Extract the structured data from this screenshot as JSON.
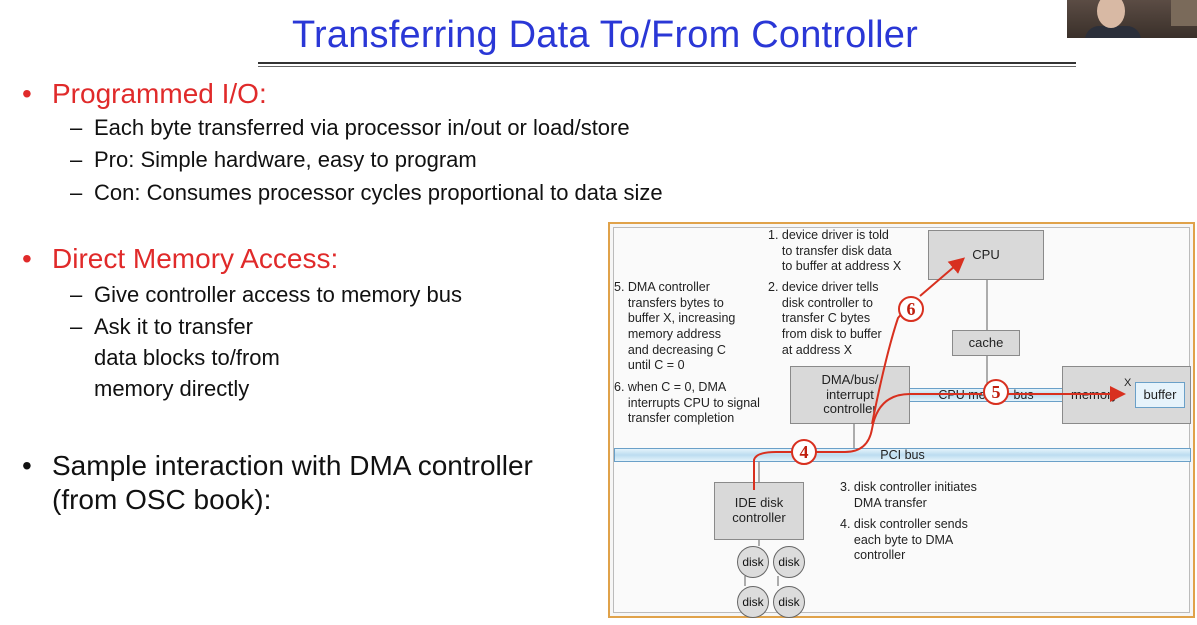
{
  "title": "Transferring Data To/From Controller",
  "bullets": {
    "b1": "Programmed I/O:",
    "b1_subs": [
      "Each byte transferred via processor in/out or load/store",
      "Pro: Simple hardware, easy to program",
      "Con: Consumes processor cycles proportional to data size"
    ],
    "b2": "Direct Memory Access:",
    "b2_subs": [
      "Give controller access to memory bus",
      "Ask it to transfer",
      "data blocks to/from",
      "memory directly"
    ],
    "b3_line1": "Sample interaction with DMA controller",
    "b3_line2": "(from OSC book):"
  },
  "diagram": {
    "cpu": "CPU",
    "cache": "cache",
    "dma_line1": "DMA/bus/",
    "dma_line2": "interrupt",
    "dma_line3": "controller",
    "memory": "memory",
    "buffer": "buffer",
    "x_mark": "X",
    "cpu_bus_left": "CPU me",
    "cpu_bus_right": "bus",
    "pci_bus": "PCI bus",
    "ide_line1": "IDE disk",
    "ide_line2": "controller",
    "disk": "disk",
    "step1": "1. device driver is told\n    to transfer disk data\n    to buffer at address X",
    "step2": "2. device driver tells\n    disk controller to\n    transfer C bytes\n    from disk to buffer\n    at address X",
    "step5": "5. DMA controller\n    transfers bytes to\n    buffer X, increasing\n    memory address\n    and decreasing C\n    until C = 0",
    "step6": "6. when C = 0, DMA\n    interrupts CPU to signal\n    transfer completion",
    "step3": "3. disk controller initiates\n    DMA transfer",
    "step4": "4. disk controller sends\n    each byte to DMA\n    controller",
    "marker4": "4",
    "marker5": "5",
    "marker6": "6"
  }
}
